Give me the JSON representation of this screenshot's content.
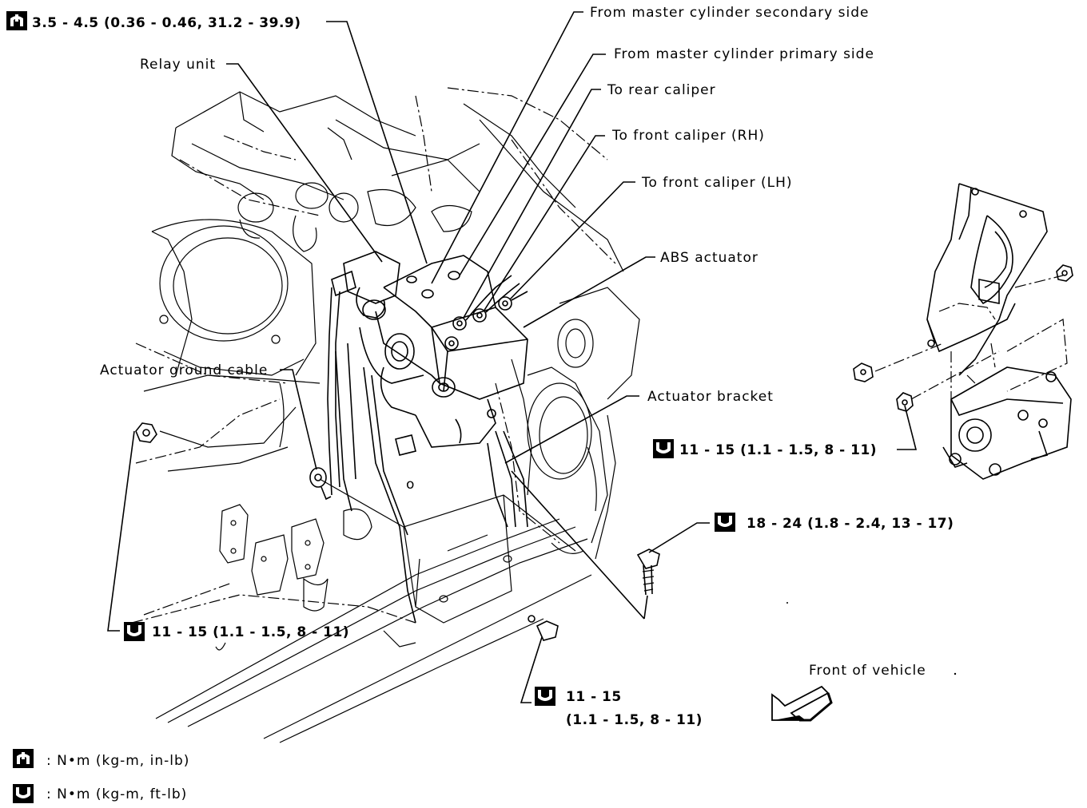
{
  "torque_labels": {
    "top_spec": "3.5 - 4.5 (0.36 - 0.46, 31.2 - 39.9)",
    "right_bracket_spec": "11 - 15 (1.1 - 1.5, 8 - 11)",
    "right_bolt_spec": "18 - 24 (1.8 - 2.4, 13 - 17)",
    "left_bottom_spec": "11 - 15 (1.1 - 1.5, 8 - 11)",
    "center_bottom_spec_line1": "11 - 15",
    "center_bottom_spec_line2": "(1.1 - 1.5, 8 - 11)"
  },
  "callouts": {
    "master_secondary": "From master cylinder secondary side",
    "master_primary": "From master cylinder primary side",
    "rear_caliper": "To rear caliper",
    "front_caliper_rh": "To front caliper (RH)",
    "front_caliper_lh": "To front caliper (LH)",
    "relay_unit": "Relay unit",
    "abs_actuator": "ABS actuator",
    "ground_cable": "Actuator ground cable",
    "actuator_bracket": "Actuator bracket",
    "front_of_vehicle": "Front of vehicle"
  },
  "legend": {
    "item1": ": N•m (kg-m, in-lb)",
    "item2": ": N•m (kg-m, ft-lb)"
  },
  "icons": [
    "torque-wrench-inlb-icon",
    "torque-wrench-ftlb-icon",
    "front-arrow-icon"
  ]
}
